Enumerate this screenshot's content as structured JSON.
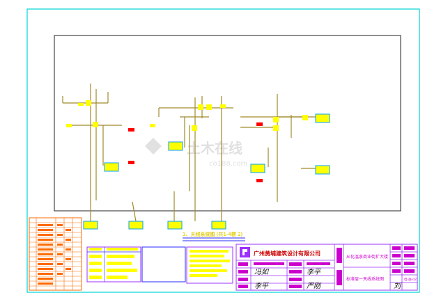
{
  "drawing": {
    "company_name": "广州黄埔建筑设计有限公司",
    "project_name": "从化温泉商业街扩大楼",
    "sheet_title": "标准层一天线系统图",
    "sheet_number": "电-施-02",
    "watermark_text": "土木在线",
    "watermark_sub": "co188.com",
    "section_title": "1、天线系统图 (共1-4楼 2)",
    "signatures": [
      "冯如",
      "李平",
      "李平",
      "严刚",
      "刘"
    ],
    "colors": {
      "frame": "#00d4d4",
      "wire": "#a08a2a",
      "device": "#ffff00",
      "device_border": "#00a0ff",
      "legend_table": "#ff6a00",
      "marker_red": "#ff0000",
      "titleblock_purple": "#9b30ff",
      "blue_lines": "#2a2aff"
    }
  }
}
